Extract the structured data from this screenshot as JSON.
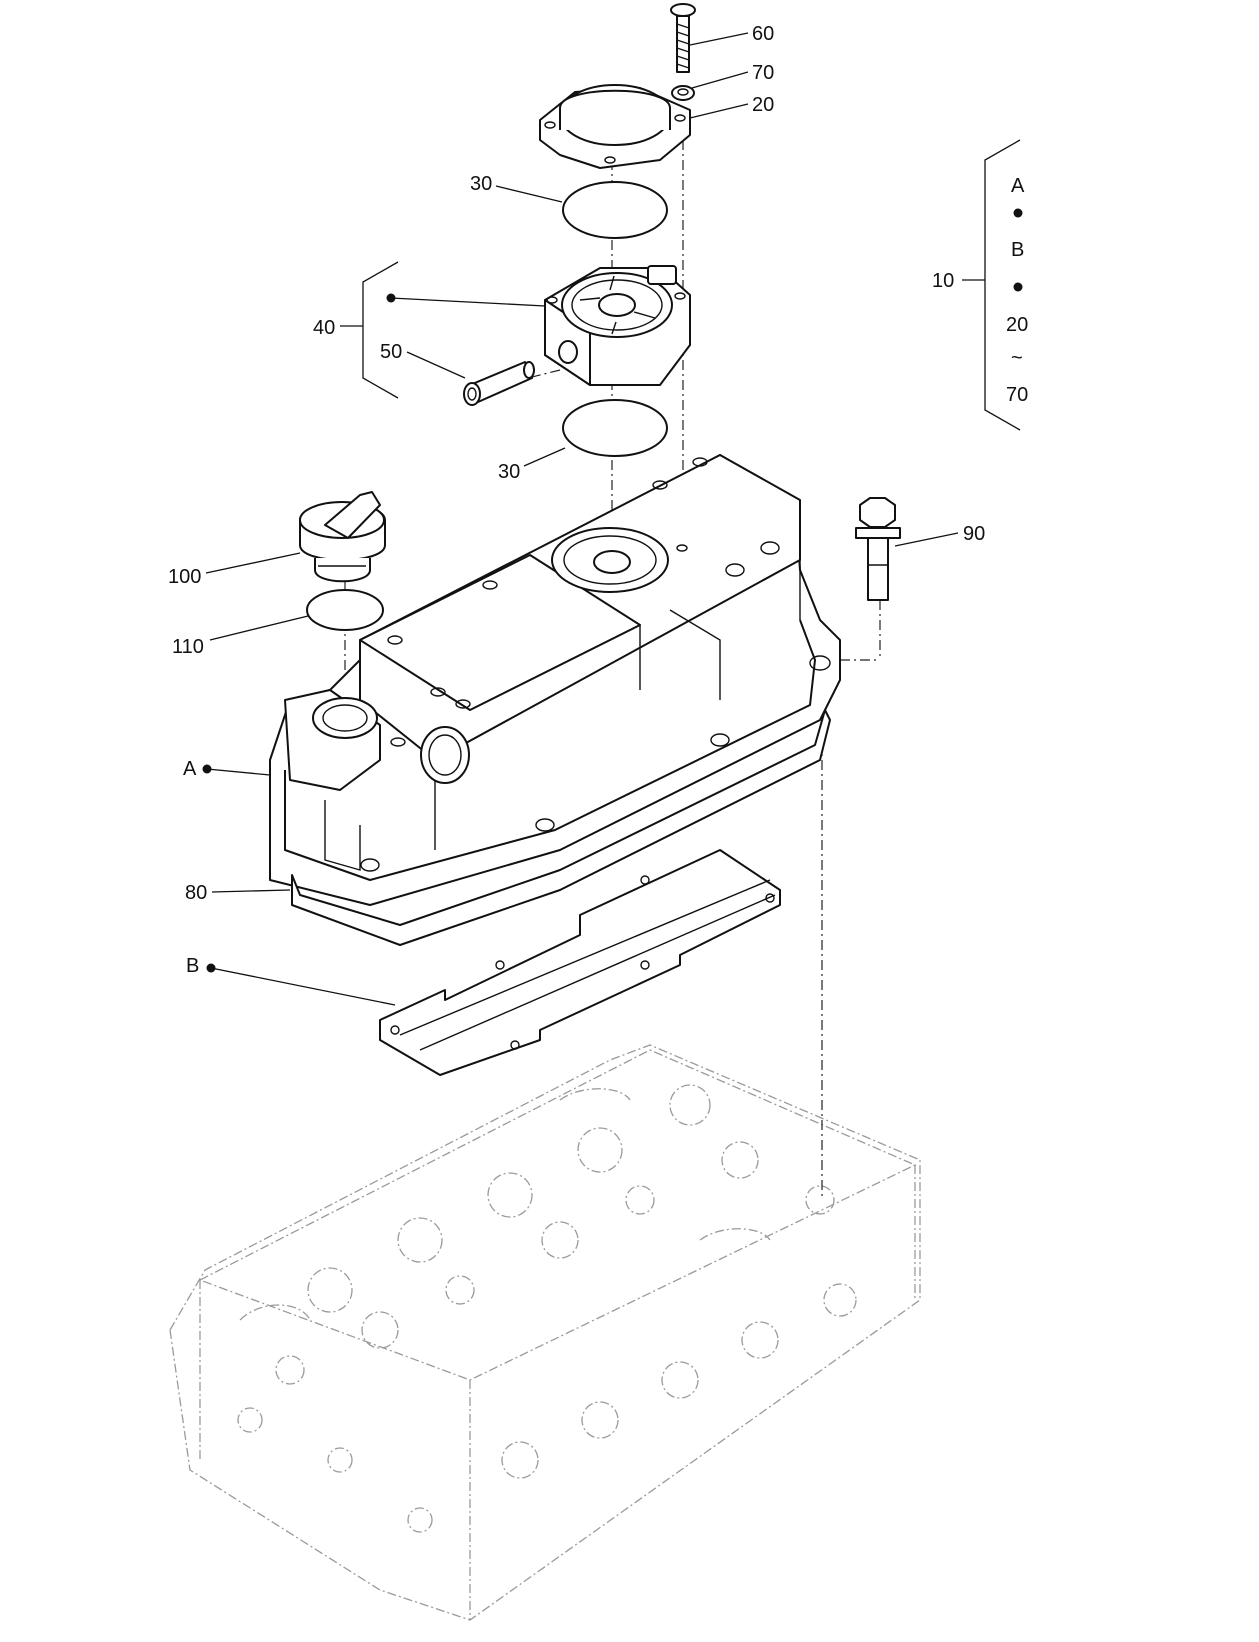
{
  "callouts": {
    "c60": "60",
    "c70": "70",
    "c20": "20",
    "c30_top": "30",
    "c40": "40",
    "c50": "50",
    "c30_bottom": "30",
    "c10": "10",
    "c90": "90",
    "c100": "100",
    "c110": "110",
    "cA": "A",
    "c80": "80",
    "cB": "B"
  },
  "kit_legend": {
    "item_a": "A",
    "item_b": "B",
    "item_from": "20",
    "range_mark": "~",
    "item_to": "70"
  },
  "colors": {
    "line": "#111111",
    "ghost_line": "#9a9a9a",
    "background": "#ffffff"
  }
}
